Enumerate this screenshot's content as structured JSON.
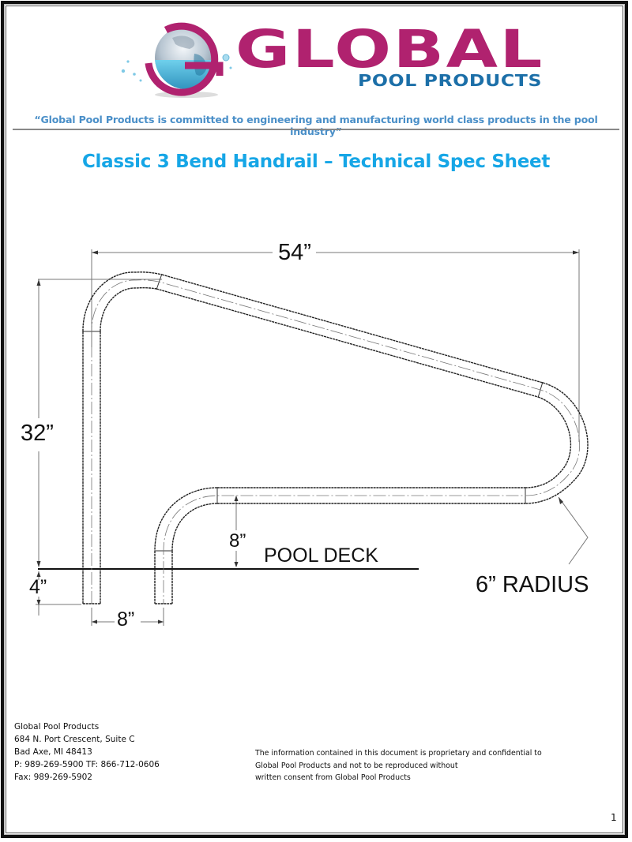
{
  "logo": {
    "wordmark": "GLOBAL",
    "subtitle": "POOL PRODUCTS",
    "brand_color": "#b0226f",
    "sub_color": "#1c6fa8"
  },
  "header": {
    "tagline": "“Global Pool Products is committed to engineering and manufacturing world class products in the pool industry”",
    "tagline_color": "#4a8fc8",
    "title": "Classic 3 Bend Handrail – Technical Spec Sheet",
    "title_color": "#16a6e6"
  },
  "drawing": {
    "dimensions": {
      "overall_width": "54”",
      "height_above_deck": "32”",
      "below_deck": "4”",
      "post_spacing": "8”",
      "lower_rail_height": "8”",
      "bend_radius": "6” RADIUS"
    },
    "labels": {
      "deck": "POOL DECK"
    }
  },
  "footer": {
    "address": {
      "company": "Global Pool Products",
      "street": "684 N. Port Crescent, Suite C",
      "city": "Bad Axe, MI 48413",
      "phone": "P: 989-269-5900  TF: 866-712-0606",
      "fax": "Fax: 989-269-5902"
    },
    "disclaimer": {
      "line1": "The information contained in this document is proprietary and confidential to",
      "line2": "Global Pool Products and not to be reproduced without",
      "line3": "written consent from Global Pool Products"
    },
    "page_number": "1"
  }
}
